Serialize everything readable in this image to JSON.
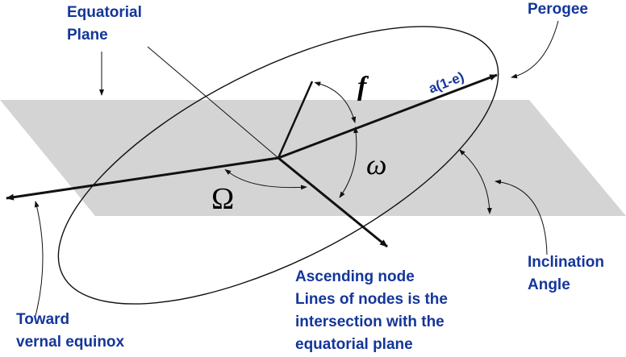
{
  "labels": {
    "equatorial_plane_1": "Equatorial",
    "equatorial_plane_2": "Plane",
    "perogee": "Perogee",
    "inclination_1": "Inclination",
    "inclination_2": "Angle",
    "ascending_1": "Ascending node",
    "ascending_2": "Lines of nodes is the",
    "ascending_3": "intersection with the",
    "ascending_4": "equatorial plane",
    "vernal_1": "Toward",
    "vernal_2": "vernal equinox",
    "semi_major": "a(1-e)",
    "true_anomaly": "f",
    "arg_periapsis": "ω",
    "raan": "Ω"
  },
  "colors": {
    "label_blue": "#14369a",
    "plane_gray": "#d4d4d4",
    "line": "#111111",
    "symbol": "#000000"
  }
}
